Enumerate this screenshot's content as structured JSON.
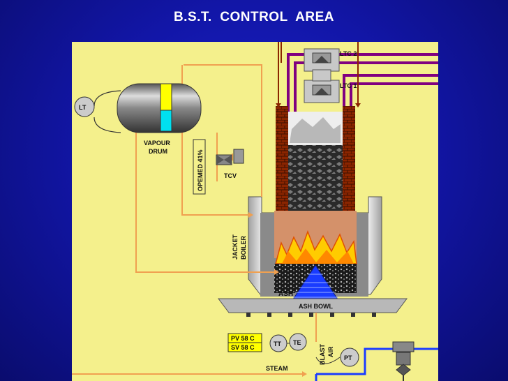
{
  "title": "B.S.T.  CONTROL  AREA",
  "labels": {
    "ltc2": "LTC 2",
    "ltc1": "LTC 1",
    "lt": "LT",
    "vapour": "VAPOUR",
    "drum": "DRUM",
    "opened": "OPEMED  41%",
    "tcv": "TCV",
    "jacket": "JACKET",
    "boiler": "BOILER",
    "ash": "ASH",
    "ash_bowl": "ASH BOWL",
    "pv": "PV  58 C",
    "sv": "SV  58 C",
    "tt": "TT",
    "te": "TE",
    "blast": "BLAST",
    "air": "AIR",
    "pt": "PT",
    "steam": "STEAM"
  },
  "colors": {
    "background": "#1216a8",
    "panel": "#f4f08c",
    "orange_line": "#f0a050",
    "purple_line": "#800080",
    "brick": "#8b2500",
    "fire": "#ffcc00",
    "water_cyan": "#00e0f0",
    "water_yellow": "#ffff00",
    "blast_air": "#1a3cff"
  },
  "icons": [
    "level-transmitter-icon",
    "valve-icon",
    "pressure-transmitter-icon",
    "temperature-transmitter-icon"
  ]
}
